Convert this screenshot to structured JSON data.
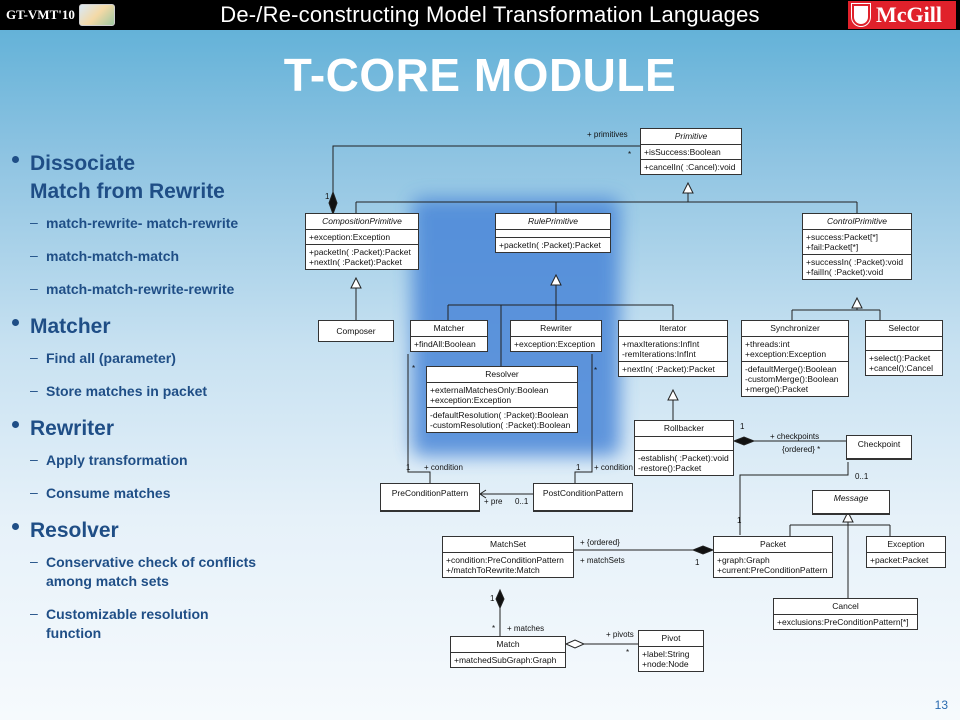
{
  "header": {
    "conf_name": "GT-VMT'10",
    "title": "De-/Re-constructing Model Transformation Languages",
    "university": "McGill"
  },
  "slide": {
    "title": "T-CORE MODULE",
    "page_number": "13"
  },
  "bullets": [
    {
      "text": "Dissociate\nMatch from Rewrite",
      "subs": [
        "match-rewrite- match-rewrite",
        "match-match-match",
        "match-match-rewrite-rewrite"
      ]
    },
    {
      "text": "Matcher",
      "subs": [
        "Find all (parameter)",
        "Store matches in packet"
      ]
    },
    {
      "text": "Rewriter",
      "subs": [
        "Apply transformation",
        "Consume matches"
      ]
    },
    {
      "text": "Resolver",
      "subs": [
        "Conservative check of conflicts\namong match sets",
        "Customizable resolution\nfunction"
      ]
    }
  ],
  "diagram": {
    "highlight_color": "#4a86d8",
    "classes": {
      "primitive": {
        "name": "Primitive",
        "attrs": [
          "+isSuccess:Boolean"
        ],
        "ops": [
          "+cancelIn( :Cancel):void"
        ]
      },
      "composition_primitive": {
        "name": "CompositionPrimitive",
        "attrs": [
          "+exception:Exception"
        ],
        "ops": [
          "+packetIn( :Packet):Packet",
          "+nextIn( :Packet):Packet"
        ]
      },
      "rule_primitive": {
        "name": "RulePrimitive",
        "attrs": [],
        "ops": [
          "+packetIn( :Packet):Packet"
        ]
      },
      "control_primitive": {
        "name": "ControlPrimitive",
        "attrs": [
          "+success:Packet[*]",
          "+fail:Packet[*]"
        ],
        "ops": [
          "+successIn( :Packet):void",
          "+failIn( :Packet):void"
        ]
      },
      "composer": {
        "name": "Composer"
      },
      "matcher": {
        "name": "Matcher",
        "attrs": [
          "+findAll:Boolean"
        ]
      },
      "rewriter": {
        "name": "Rewriter",
        "attrs": [
          "+exception:Exception"
        ]
      },
      "iterator": {
        "name": "Iterator",
        "attrs": [
          "+maxIterations:InfInt",
          "-remIterations:InfInt"
        ],
        "ops": [
          "+nextIn( :Packet):Packet"
        ]
      },
      "synchronizer": {
        "name": "Synchronizer",
        "attrs": [
          "+threads:int",
          "+exception:Exception"
        ],
        "ops": [
          "-defaultMerge():Boolean",
          "-customMerge():Boolean",
          "+merge():Packet"
        ]
      },
      "selector": {
        "name": "Selector",
        "attrs": [],
        "ops": [
          "+select():Packet",
          "+cancel():Cancel"
        ]
      },
      "resolver": {
        "name": "Resolver",
        "attrs": [
          "+externalMatchesOnly:Boolean",
          "+exception:Exception"
        ],
        "ops": [
          "-defaultResolution( :Packet):Boolean",
          "-customResolution( :Packet):Boolean"
        ]
      },
      "rollbacker": {
        "name": "Rollbacker",
        "attrs": [],
        "ops": [
          "-establish( :Packet):void",
          "-restore():Packet"
        ]
      },
      "checkpoint": {
        "name": "Checkpoint"
      },
      "precondition_pattern": {
        "name": "PreConditionPattern"
      },
      "postcondition_pattern": {
        "name": "PostConditionPattern"
      },
      "message": {
        "name": "Message"
      },
      "matchset": {
        "name": "MatchSet",
        "attrs": [
          "+condition:PreConditionPattern",
          "+/matchToRewrite:Match"
        ]
      },
      "packet": {
        "name": "Packet",
        "attrs": [
          "+graph:Graph",
          "+current:PreConditionPattern"
        ]
      },
      "exception": {
        "name": "Exception",
        "attrs": [
          "+packet:Packet"
        ]
      },
      "cancel": {
        "name": "Cancel",
        "attrs": [
          "+exclusions:PreConditionPattern[*]"
        ]
      },
      "match": {
        "name": "Match",
        "attrs": [
          "+matchedSubGraph:Graph"
        ]
      },
      "pivot": {
        "name": "Pivot",
        "attrs": [
          "+label:String",
          "+node:Node"
        ]
      }
    },
    "labels": {
      "primitives": "+ primitives",
      "star": "*",
      "one": "1",
      "condition": "+ condition",
      "pre": "+ pre",
      "zero_one": "0..1",
      "checkpoints": "+ checkpoints",
      "ordered": "{ordered} *",
      "ordered2": "+ {ordered}",
      "matchsets": "+ matchSets",
      "matches": "+ matches",
      "pivots": "+ pivots"
    }
  }
}
